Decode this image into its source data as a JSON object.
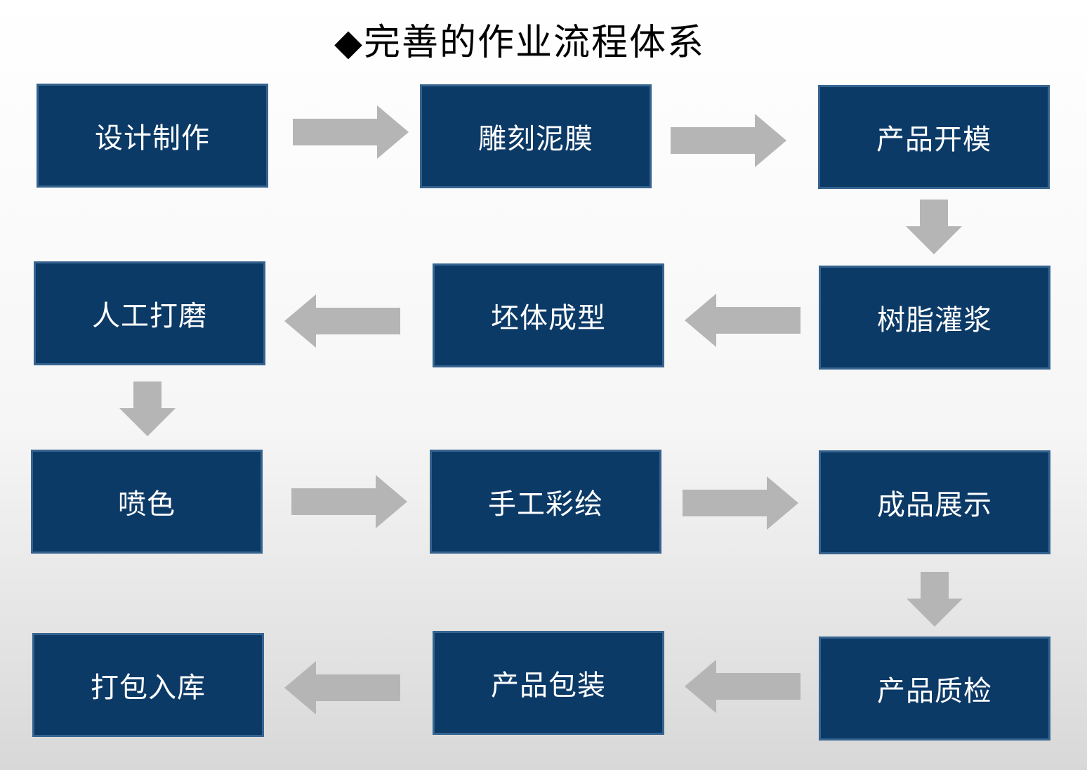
{
  "title": "◆完善的作业流程体系",
  "colors": {
    "box_fill": "#0c3a67",
    "box_border": "#36648f",
    "box_text": "#ffffff",
    "arrow": "#b5b5b5",
    "title_text": "#000000",
    "bg_top": "#ffffff",
    "bg_bottom": "#d8d8d8"
  },
  "flow": {
    "nodes": [
      {
        "id": "design",
        "label": "设计制作"
      },
      {
        "id": "clay-mold-carving",
        "label": "雕刻泥膜"
      },
      {
        "id": "product-mold-opening",
        "label": "产品开模"
      },
      {
        "id": "resin-grouting",
        "label": "树脂灌浆"
      },
      {
        "id": "blank-forming",
        "label": "坯体成型"
      },
      {
        "id": "manual-polishing",
        "label": "人工打磨"
      },
      {
        "id": "spray-coloring",
        "label": "喷色"
      },
      {
        "id": "hand-painting",
        "label": "手工彩绘"
      },
      {
        "id": "finished-display",
        "label": "成品展示"
      },
      {
        "id": "quality-inspection",
        "label": "产品质检"
      },
      {
        "id": "packaging",
        "label": "产品包装"
      },
      {
        "id": "packing-warehousing",
        "label": "打包入库"
      }
    ],
    "edges": [
      {
        "from": "设计制作",
        "to": "雕刻泥膜",
        "direction": "right"
      },
      {
        "from": "雕刻泥膜",
        "to": "产品开模",
        "direction": "right"
      },
      {
        "from": "产品开模",
        "to": "树脂灌浆",
        "direction": "down"
      },
      {
        "from": "树脂灌浆",
        "to": "坯体成型",
        "direction": "left"
      },
      {
        "from": "坯体成型",
        "to": "人工打磨",
        "direction": "left"
      },
      {
        "from": "人工打磨",
        "to": "喷色",
        "direction": "down"
      },
      {
        "from": "喷色",
        "to": "手工彩绘",
        "direction": "right"
      },
      {
        "from": "手工彩绘",
        "to": "成品展示",
        "direction": "right"
      },
      {
        "from": "成品展示",
        "to": "产品质检",
        "direction": "down"
      },
      {
        "from": "产品质检",
        "to": "产品包装",
        "direction": "left"
      },
      {
        "from": "产品包装",
        "to": "打包入库",
        "direction": "left"
      }
    ]
  }
}
